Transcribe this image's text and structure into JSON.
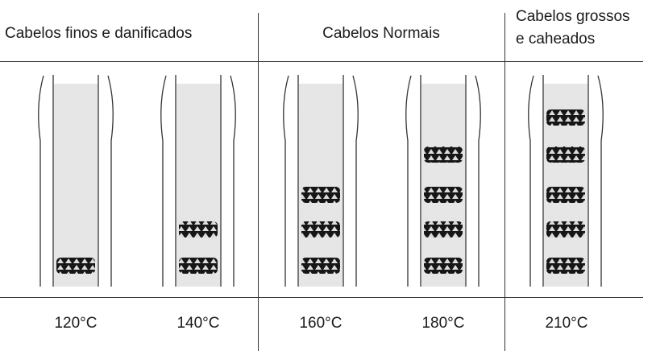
{
  "headers": {
    "fine": "Cabelos finos e danificados",
    "normal": "Cabelos Normais",
    "thick_line1": "Cabelos grossos",
    "thick_line2": "e caheados"
  },
  "temperatures": [
    "120°C",
    "140°C",
    "160°C",
    "180°C",
    "210°C"
  ],
  "settings": [
    {
      "temperature": "120°C",
      "dark_segments": 1
    },
    {
      "temperature": "140°C",
      "dark_segments": 2
    },
    {
      "temperature": "160°C",
      "dark_segments": 3
    },
    {
      "temperature": "180°C",
      "dark_segments": 4
    },
    {
      "temperature": "210°C",
      "dark_segments": 5
    }
  ],
  "colors": {
    "line": "#333333",
    "light_fill": "#e9e9e9",
    "dark_fill": "#1c1c1c"
  }
}
